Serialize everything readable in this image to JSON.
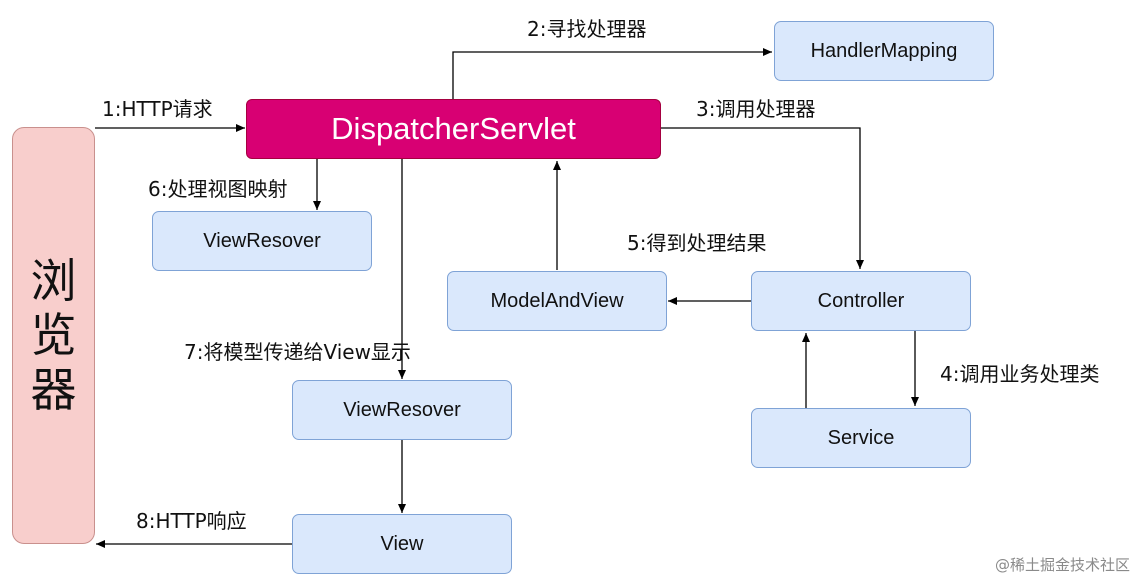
{
  "nodes": {
    "dispatcher": "DispatcherServlet",
    "handler_mapping": "HandlerMapping",
    "controller": "Controller",
    "service": "Service",
    "model_and_view": "ModelAndView",
    "view_resolver_1": "ViewResover",
    "view_resolver_2": "ViewResover",
    "view": "View",
    "browser": [
      "浏",
      "览",
      "器"
    ]
  },
  "edges": {
    "http_request": "1:HTTP请求",
    "find_handler": "2:寻找处理器",
    "call_handler": "3:调用处理器",
    "call_service": "4:调用业务处理类",
    "get_result": "5:得到处理结果",
    "resolve_view": "6:处理视图映射",
    "pass_model": "7:将模型传递给View显示",
    "http_response": "8:HTTP响应"
  },
  "watermark": "@稀土掘金技术社区",
  "colors": {
    "dispatcher_fill": "#d80073",
    "node_fill": "#dae8fc",
    "node_border": "#7fa3d6",
    "browser_fill": "#f8cecc",
    "arrow": "#000000"
  }
}
